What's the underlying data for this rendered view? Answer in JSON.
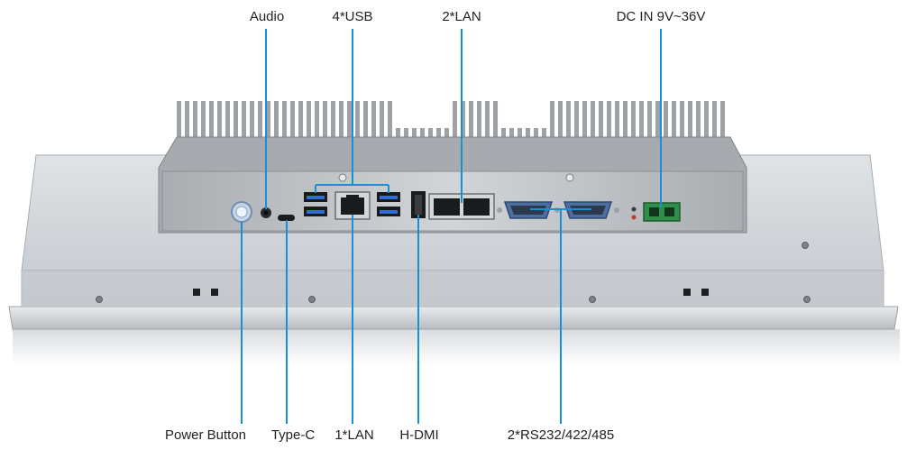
{
  "labels": {
    "audio": "Audio",
    "usb": "4*USB",
    "lan2": "2*LAN",
    "dc_in": "DC IN 9V~36V",
    "power_button": "Power Button",
    "type_c": "Type-C",
    "lan1": "1*LAN",
    "hdmi": "H-DMI",
    "serial": "2*RS232/422/485"
  },
  "colors": {
    "leader": "#1a8fd6",
    "panel": "#c9ced3",
    "panel_dark": "#9aa0a6",
    "chassis": "#b8bcc0",
    "fin": "#8d9297",
    "port_blue": "#2e6fd1",
    "terminal_green": "#2f8f4a"
  }
}
